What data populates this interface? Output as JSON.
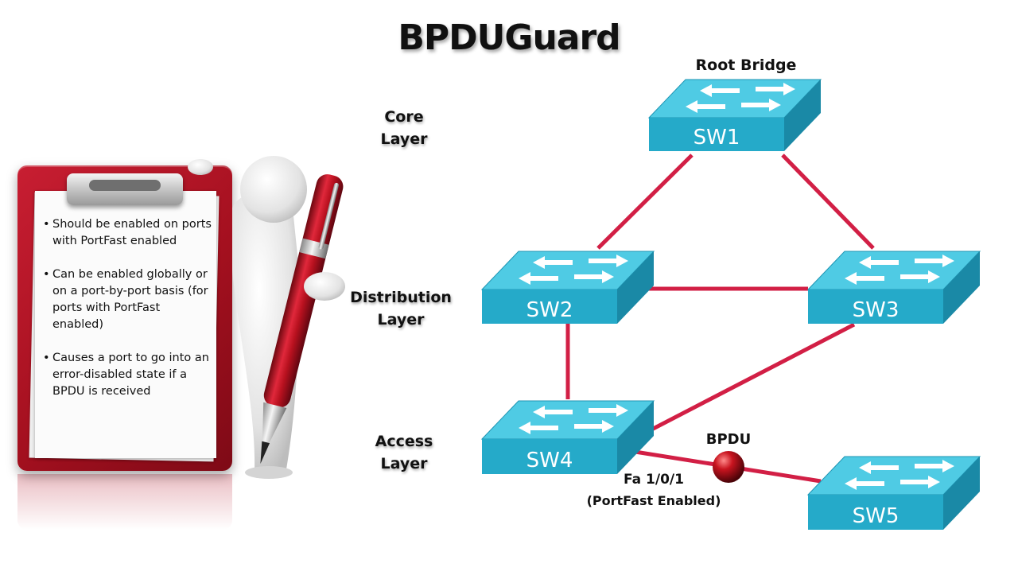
{
  "title": "BPDUGuard",
  "layers": {
    "core": [
      "Core",
      "Layer"
    ],
    "distribution": [
      "Distribution",
      "Layer"
    ],
    "access": [
      "Access",
      "Layer"
    ]
  },
  "notes": [
    "Should be enabled on ports with PortFast enabled",
    "Can be enabled globally or on a port-by-port basis (for ports with PortFast enabled)",
    "Causes a port to go into an error-disabled state if a BPDU is received"
  ],
  "switches": {
    "sw1": "SW1",
    "sw2": "SW2",
    "sw3": "SW3",
    "sw4": "SW4",
    "sw5": "SW5"
  },
  "annotations": {
    "root_bridge": "Root Bridge",
    "bpdu": "BPDU",
    "port": "Fa 1/0/1",
    "port_note": "(PortFast Enabled)"
  },
  "colors": {
    "switch_top": "#4fcbe4",
    "switch_front": "#25aac9",
    "switch_side": "#1a89a6",
    "link": "#d21f45",
    "clipboard": "#b5172a",
    "bpdu_ball": "#b3101c"
  }
}
